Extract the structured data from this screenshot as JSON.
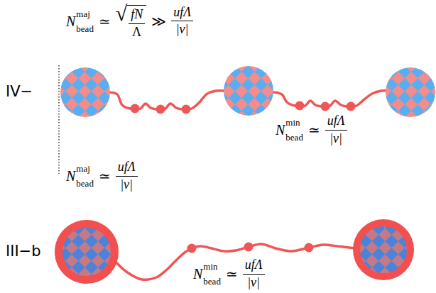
{
  "diagram": {
    "labels": [
      "IV−",
      "N",
      "maj",
      "bead",
      "≃",
      "√",
      "fN",
      "Λ",
      "≫",
      "ufΛ",
      "|v|",
      "N",
      "min",
      "bead",
      "≃",
      "ufΛ",
      "|v|",
      "III−b",
      "N",
      "maj",
      "bead",
      "≃",
      "ufΛ",
      "|v|",
      "N",
      "min",
      "bead",
      "≃",
      "ufΛ",
      "|v|"
    ]
  }
}
